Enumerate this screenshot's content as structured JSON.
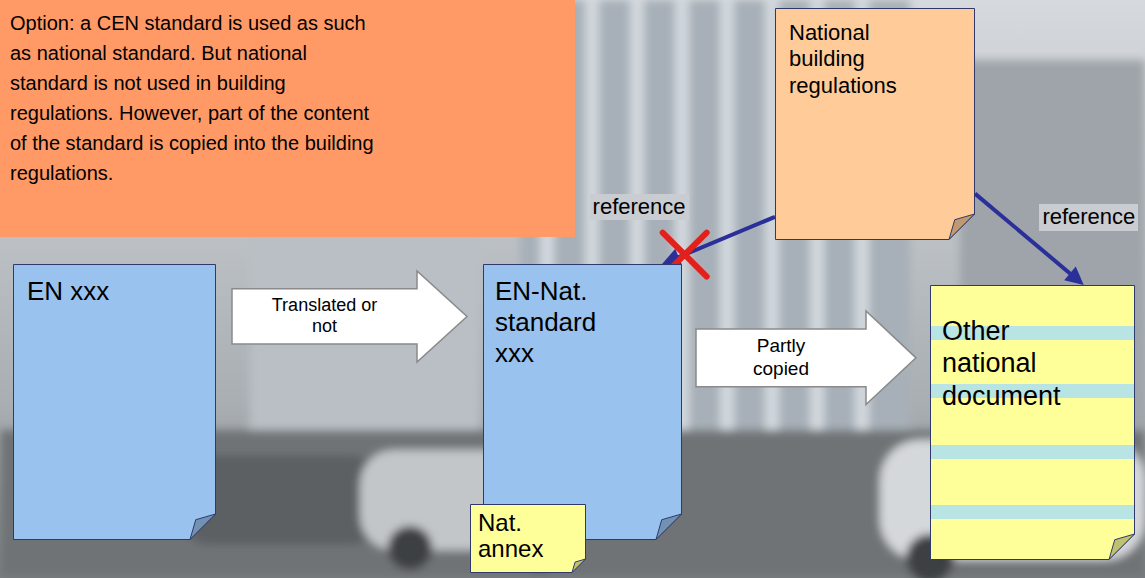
{
  "diagram": {
    "nodes": [
      {
        "text": [
          "Option: a CEN standard is used as such as national standard. But national standard is not used in building regulations. However, part of the content of the standard is copied into the building regulations."
        ]
      },
      {
        "text": [
          "EN xxx"
        ]
      },
      {
        "text": [
          "EN-Nat. standard xxx"
        ]
      },
      {
        "text": [
          "Nat. annex"
        ]
      },
      {
        "text": [
          "National building regulations"
        ]
      },
      {
        "text": [
          "Other national document"
        ]
      }
    ],
    "edges": [
      {
        "from": 1,
        "to": 2,
        "arrow": "to",
        "label": "Translated or not"
      },
      {
        "from": 2,
        "to": 5,
        "arrow": "to",
        "label": "Partly copied"
      },
      {
        "from": 4,
        "to": 2,
        "arrow": "to",
        "label": "reference"
      },
      {
        "from": 4,
        "to": 5,
        "arrow": "to",
        "label": "reference"
      }
    ]
  }
}
